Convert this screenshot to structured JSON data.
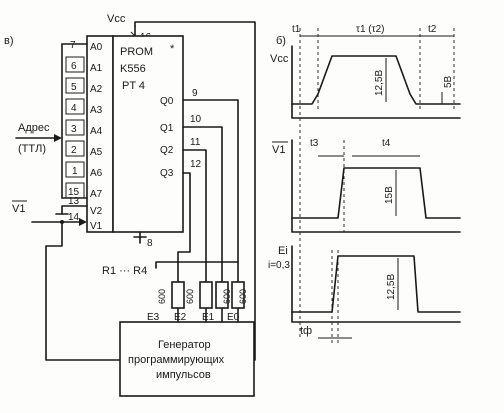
{
  "schematic": {
    "panel_label": "в)",
    "vcc_label": "Vcc",
    "vcc_pin": "16",
    "chip": {
      "line1": "PROM",
      "line2": "K556",
      "line3": "PT 4",
      "marker": "*"
    },
    "address_label": "Адрес",
    "address_sub": "(TTЛ)",
    "v1_label": "V1",
    "address_pins": [
      {
        "pin": "7",
        "name": "A0"
      },
      {
        "pin": "6",
        "name": "A1"
      },
      {
        "pin": "5",
        "name": "A2"
      },
      {
        "pin": "4",
        "name": "A3"
      },
      {
        "pin": "3",
        "name": "A4"
      },
      {
        "pin": "2",
        "name": "A5"
      },
      {
        "pin": "1",
        "name": "A6"
      },
      {
        "pin": "15",
        "name": "A7"
      },
      {
        "pin": "13",
        "name": "V2"
      },
      {
        "pin": "14",
        "name": "V1"
      }
    ],
    "output_pins": [
      {
        "pin": "9",
        "name": "Q0"
      },
      {
        "pin": "10",
        "name": "Q1"
      },
      {
        "pin": "11",
        "name": "Q2"
      },
      {
        "pin": "12",
        "name": "Q3"
      }
    ],
    "gnd_pin": "8",
    "resistors_label": "R1 ··· R4",
    "resistor_values": [
      "600",
      "600",
      "600",
      "600"
    ],
    "generator_inputs": [
      "E3",
      "E2",
      "E1",
      "E0"
    ],
    "generator_line1": "Генератор",
    "generator_line2": "программирующих",
    "generator_line3": "импульсов"
  },
  "timing": {
    "panel_label": "б)",
    "t1": "t1",
    "tau": "τ1 (τ2)",
    "t2": "t2",
    "vcc_label": "Vcc",
    "vcc_level": "12,5В",
    "vcc_small": "5В",
    "v1_label": "V1",
    "t3": "t3",
    "t4": "t4",
    "v1_level": "15В",
    "ei_label": "Ei",
    "ei_sub": "i=0,3",
    "ei_level": "12,5В",
    "tf": "tф"
  }
}
